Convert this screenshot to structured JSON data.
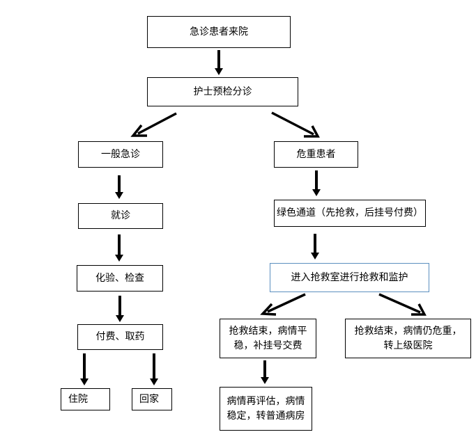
{
  "nodes": {
    "arrival": "急诊患者来院",
    "triage": "护士预检分诊",
    "general": "一般急诊",
    "critical": "危重患者",
    "consult": "就诊",
    "green_channel": "绿色通道（先抢救，后挂号付费）",
    "tests": "化验、检查",
    "rescue_room": "进入抢救室进行抢救和监护",
    "pay_medicine": "付费、取药",
    "rescue_stable_l1": "抢救结束，病情平",
    "rescue_stable_l2": "稳，补挂号交费",
    "rescue_critical_l1": "抢救结束，病情仍危重，",
    "rescue_critical_l2": "转上级医院",
    "hospitalize": "住院",
    "go_home": "回家",
    "reassess_l1": "病情再评估，病情",
    "reassess_l2": "稳定，转普通病房"
  }
}
